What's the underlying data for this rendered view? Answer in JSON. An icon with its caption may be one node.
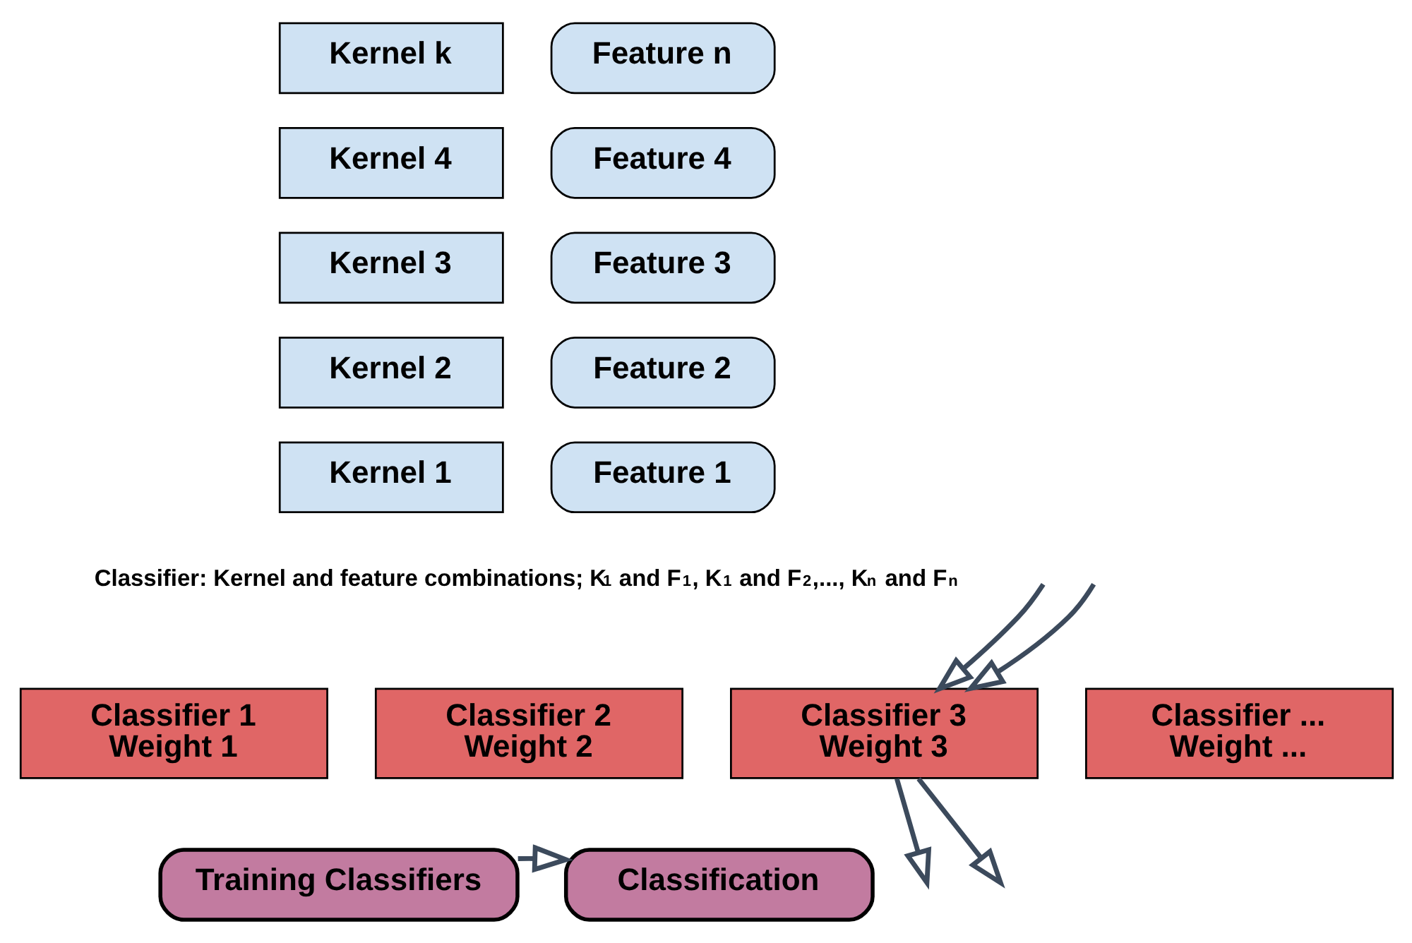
{
  "diagram": {
    "nodes": [
      {
        "text": [
          "Kernel k"
        ]
      },
      {
        "text": [
          "Kernel 4"
        ]
      },
      {
        "text": [
          "Kernel 3"
        ]
      },
      {
        "text": [
          "Kernel 2"
        ]
      },
      {
        "text": [
          "Kernel 1"
        ]
      },
      {
        "text": [
          "Feature n"
        ]
      },
      {
        "text": [
          "Feature 4"
        ]
      },
      {
        "text": [
          "Feature 3"
        ]
      },
      {
        "text": [
          "Feature 2"
        ]
      },
      {
        "text": [
          "Feature 1"
        ]
      },
      {
        "text": [
          "Classifier 1 Weight 1"
        ]
      },
      {
        "text": [
          "Classifier 2 Weight 2"
        ]
      },
      {
        "text": [
          "Classifier 3 Weight 3"
        ]
      },
      {
        "text": [
          "Classifier ... Weight ..."
        ]
      },
      {
        "text": [
          "Training Classifiers"
        ]
      },
      {
        "text": [
          "Classification"
        ]
      }
    ],
    "edges": [
      {
        "from": null,
        "to": 12,
        "arrow": "to"
      },
      {
        "from": null,
        "to": 12,
        "arrow": "to"
      },
      {
        "from": 12,
        "to": null,
        "arrow": "to"
      },
      {
        "from": 12,
        "to": null,
        "arrow": "to"
      },
      {
        "from": 14,
        "to": 15,
        "arrow": "to"
      }
    ],
    "labels": [
      "Classifier: Kernel and feature combinations; K$_{1}$ and F$_{1}$, K$_{1}$ and F$_{2}$,..., K$_{n}$ and F$_{n}$"
    ]
  }
}
